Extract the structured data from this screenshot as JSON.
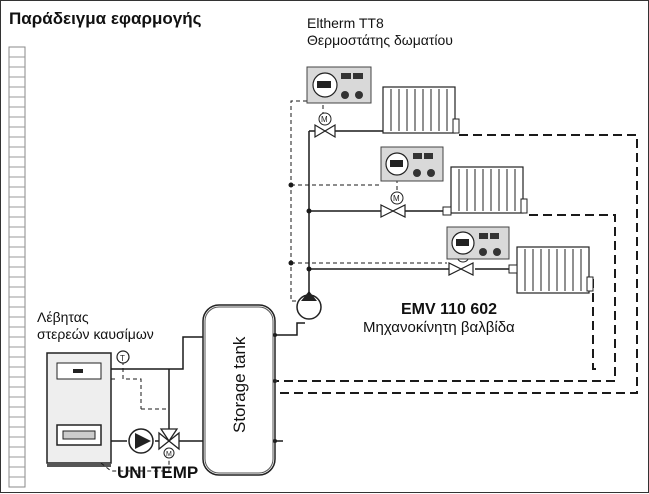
{
  "title": "Παράδειγμα εφαρμογής",
  "thermostat": {
    "model": "Eltherm TT8",
    "description": "Θερμοστάτης δωματίου"
  },
  "boiler": {
    "line1": "Λέβητας",
    "line2": "στερεών καυσίμων"
  },
  "valve": {
    "model": "EMV 110 602",
    "description": "Μηχανοκίνητη βαλβίδα"
  },
  "tank_label": "Storage tank",
  "unit_label": "UNI TEMP",
  "colors": {
    "line": "#1a1a1a",
    "wall": "#888888",
    "device_fill": "#d9d9d9"
  }
}
